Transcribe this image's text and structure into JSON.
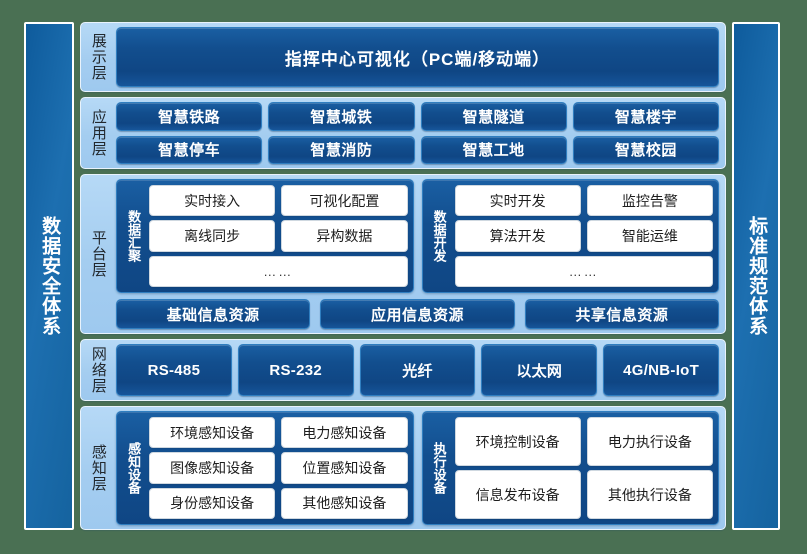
{
  "colors": {
    "background": "#4a7053",
    "pillar": "#15639f",
    "layer_bg": "#a4cdf0",
    "chip_dark": "#124e8e",
    "chip_light": "#ffffff"
  },
  "left_pillar": {
    "label": "数据安全体系"
  },
  "right_pillar": {
    "label": "标准规范体系"
  },
  "layers": {
    "display": {
      "label": "展示层",
      "bar": "指挥中心可视化（PC端/移动端）"
    },
    "application": {
      "label": "应用层",
      "items": [
        "智慧铁路",
        "智慧城铁",
        "智慧隧道",
        "智慧楼宇",
        "智慧停车",
        "智慧消防",
        "智慧工地",
        "智慧校园"
      ]
    },
    "platform": {
      "label": "平台层",
      "groups": [
        {
          "label": "数据汇聚",
          "rows": [
            [
              "实时接入",
              "可视化配置"
            ],
            [
              "离线同步",
              "异构数据"
            ]
          ],
          "more": "……"
        },
        {
          "label": "数据开发",
          "rows": [
            [
              "实时开发",
              "监控告警"
            ],
            [
              "算法开发",
              "智能运维"
            ]
          ],
          "more": "……"
        }
      ],
      "resources": [
        "基础信息资源",
        "应用信息资源",
        "共享信息资源"
      ]
    },
    "network": {
      "label": "网络层",
      "items": [
        "RS-485",
        "RS-232",
        "光纤",
        "以太网",
        "4G/NB-IoT"
      ]
    },
    "sensing": {
      "label": "感知层",
      "groups": [
        {
          "label": "感知设备",
          "rows": [
            [
              "环境感知设备",
              "电力感知设备"
            ],
            [
              "图像感知设备",
              "位置感知设备"
            ],
            [
              "身份感知设备",
              "其他感知设备"
            ]
          ]
        },
        {
          "label": "执行设备",
          "rows": [
            [
              "环境控制设备",
              "电力执行设备"
            ],
            [
              "信息发布设备",
              "其他执行设备"
            ]
          ]
        }
      ]
    }
  }
}
